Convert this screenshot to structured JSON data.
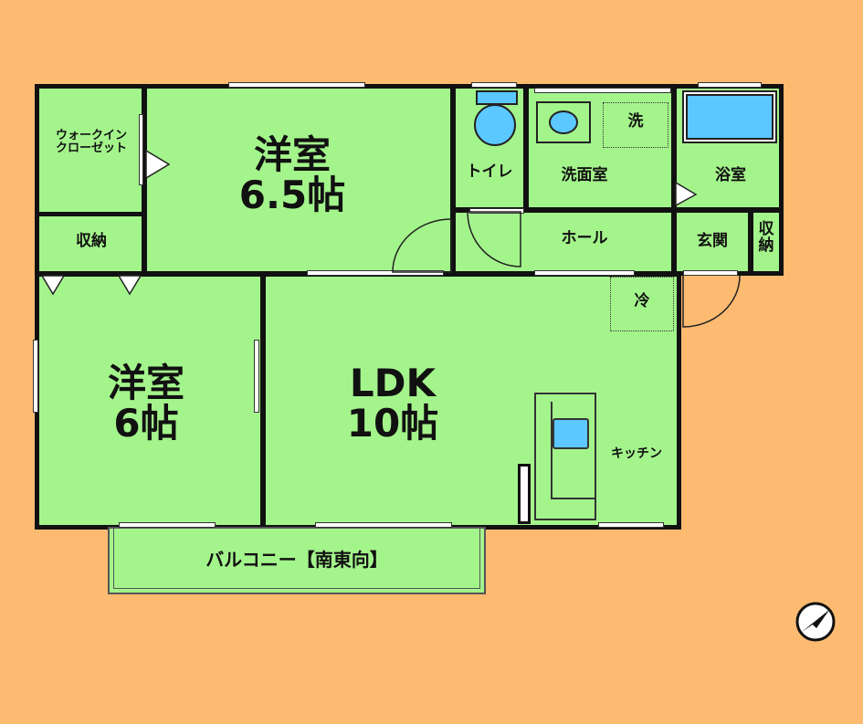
{
  "rooms": {
    "walkin_closet": "ウォークイン\nクローゼット",
    "storage_1": "収納",
    "western_1": "洋室\n6.5帖",
    "western_2": "洋室\n6帖",
    "toilet": "トイレ",
    "washroom": "洗面室",
    "washer": "洗",
    "bath": "浴室",
    "hall": "ホール",
    "entrance": "玄関",
    "storage_2": "収\n納",
    "ldk": "LDK\n10帖",
    "fridge": "冷",
    "kitchen": "キッチン",
    "balcony": "バルコニー【南東向】"
  },
  "colors": {
    "background": "#fdbb72",
    "room": "#a4f48c",
    "wall": "#111111",
    "bath_tub": "#5bc8ff"
  },
  "compass": {
    "icon": "north-arrow-icon"
  }
}
